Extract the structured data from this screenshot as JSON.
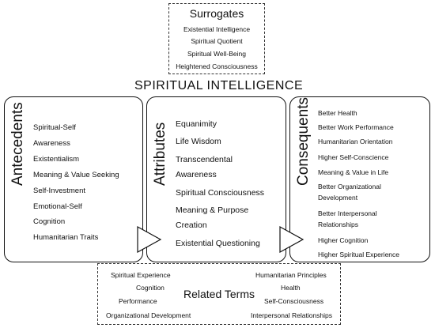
{
  "surrogates": {
    "title": "Surrogates",
    "items": [
      "Existential Intelligence",
      "Spiritual Quotient",
      "Spiritual Well-Being",
      "Heightened Consciousness"
    ]
  },
  "main_title": "SPIRITUAL INTELLIGENCE",
  "antecedents": {
    "heading": "Antecedents",
    "items": [
      "Spiritual-Self",
      "Awareness",
      "Existentialism",
      "Meaning & Value Seeking",
      "Self-Investment",
      "Emotional-Self",
      "Cognition",
      "Humanitarian Traits"
    ]
  },
  "attributes": {
    "heading": "Attributes",
    "items": [
      "Equanimity",
      "Life Wisdom",
      "Transcendental",
      "Awareness",
      "Spiritual Consciousness",
      "Meaning & Purpose",
      "Creation",
      "Existential Questioning"
    ]
  },
  "consequents": {
    "heading": "Consequents",
    "items": [
      "Better Health",
      "Better Work Performance",
      "Humanitarian Orientation",
      "Higher Self-Conscience",
      "Meaning & Value in Life",
      "Better Organizational",
      "Development",
      "Better Interpersonal",
      "Relationships",
      "Higher Cognition",
      "Higher Spiritual Experience"
    ]
  },
  "related_terms": {
    "title": "Related Terms",
    "items": [
      "Spiritual Experience",
      "Cognition",
      "Performance",
      "Organizational Development",
      "Humanitarian Principles",
      "Health",
      "Self-Consciousness",
      "Interpersonal Relationships"
    ]
  },
  "colors": {
    "line": "#111111",
    "text": "#111111",
    "background": "#ffffff"
  }
}
